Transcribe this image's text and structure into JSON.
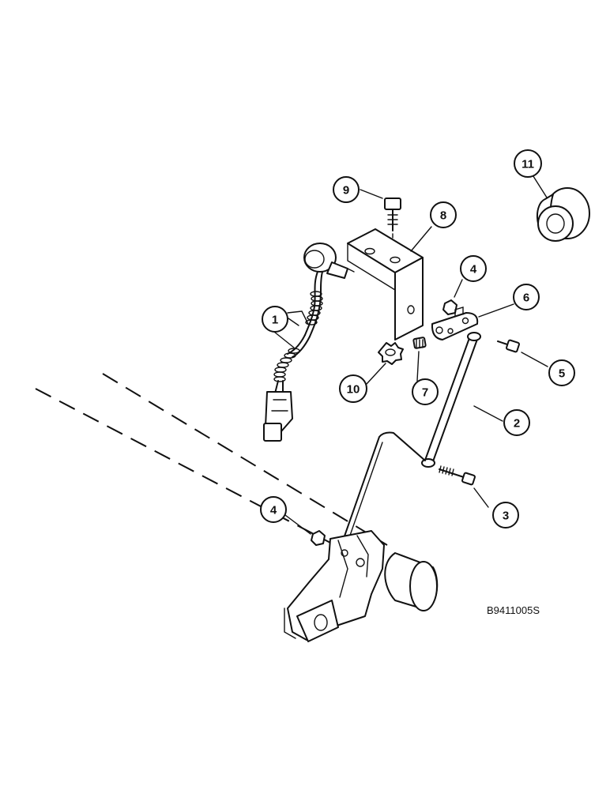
{
  "callouts": [
    {
      "id": "c1",
      "label": "1",
      "part": "wiring-harness-sensor"
    },
    {
      "id": "c2",
      "label": "2",
      "part": "link-rod"
    },
    {
      "id": "c3",
      "label": "3",
      "part": "bolt"
    },
    {
      "id": "c4a",
      "label": "4",
      "part": "nut-upper"
    },
    {
      "id": "c4b",
      "label": "4",
      "part": "nut-lower"
    },
    {
      "id": "c5",
      "label": "5",
      "part": "screw"
    },
    {
      "id": "c6",
      "label": "6",
      "part": "lever-arm"
    },
    {
      "id": "c7",
      "label": "7",
      "part": "set-screw"
    },
    {
      "id": "c8",
      "label": "8",
      "part": "mounting-bracket"
    },
    {
      "id": "c9",
      "label": "9",
      "part": "bolt-top"
    },
    {
      "id": "c10",
      "label": "10",
      "part": "lock-washer"
    },
    {
      "id": "c11",
      "label": "11",
      "part": "grommet"
    }
  ],
  "reference_code": "B9411005S"
}
